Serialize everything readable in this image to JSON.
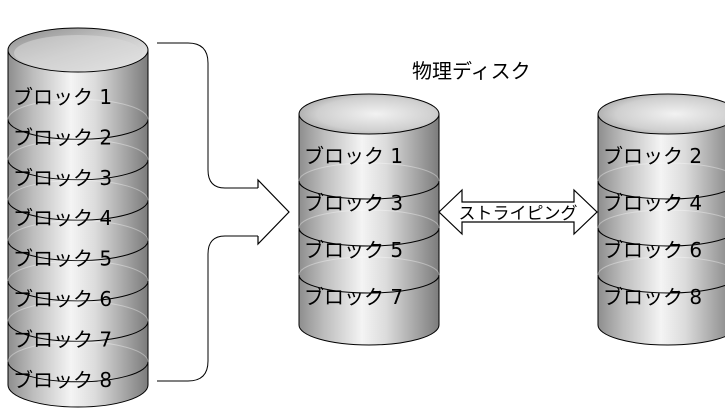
{
  "title": "物理ディスク",
  "arrow_label": "ストライピング",
  "logical_volume": {
    "blocks": [
      "ブロック 1",
      "ブロック 2",
      "ブロック 3",
      "ブロック 4",
      "ブロック 5",
      "ブロック 6",
      "ブロック 7",
      "ブロック 8"
    ]
  },
  "disks": [
    {
      "blocks": [
        "ブロック 1",
        "ブロック 3",
        "ブロック 5",
        "ブロック 7"
      ]
    },
    {
      "blocks": [
        "ブロック 2",
        "ブロック 4",
        "ブロック 6",
        "ブロック 8"
      ]
    }
  ]
}
